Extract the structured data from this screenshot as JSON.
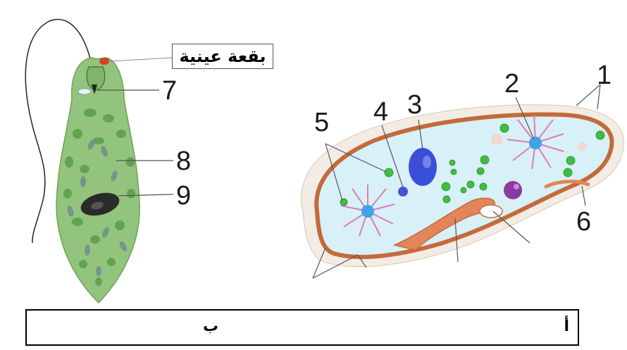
{
  "diagram": {
    "euglena_label_text": "بقعة عينية",
    "euglena_numbers": [
      "7",
      "8",
      "9"
    ],
    "paramecium_numbers": [
      "1",
      "2",
      "3",
      "4",
      "5",
      "6"
    ]
  },
  "bottom_row": {
    "left_label": "ب",
    "right_label": "أ"
  },
  "colors": {
    "euglena_body": "#93c47d",
    "chloroplast": "#5a9e4a",
    "nucleus": "#2b2b2b",
    "paramecium_membrane": "#c46a3a",
    "paramecium_cytoplasm": "#d8f0f7",
    "vacuole_pink": "#e8a0d0",
    "nucleus_blue": "#3a4fd8",
    "granules_green": "#3fbf3f"
  }
}
